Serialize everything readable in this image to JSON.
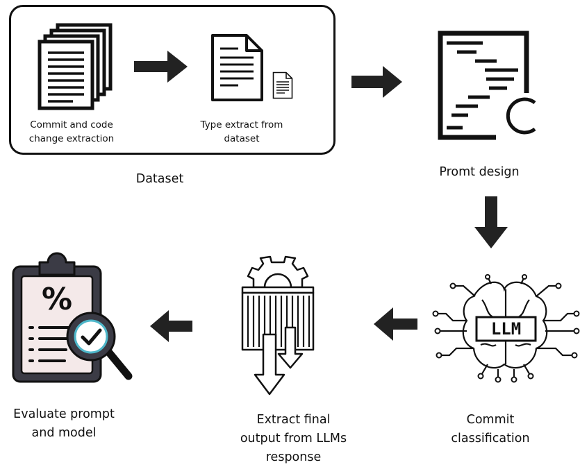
{
  "dataset": {
    "label": "Dataset",
    "step1_label": "Commit and code change extraction",
    "step2_label": "Type extract from dataset"
  },
  "prompt_design": {
    "label": "Promt design"
  },
  "commit_classification": {
    "label": "Commit classification",
    "llm_text": "LLM"
  },
  "extract_output": {
    "label": "Extract final output from LLMs response"
  },
  "evaluate": {
    "label": "Evaluate prompt and model",
    "percent_symbol": "%"
  },
  "colors": {
    "ink": "#111111",
    "clipboard_board": "#3b3b45",
    "clipboard_paper": "#f4e9e9",
    "check_ring": "#4db6c9"
  }
}
